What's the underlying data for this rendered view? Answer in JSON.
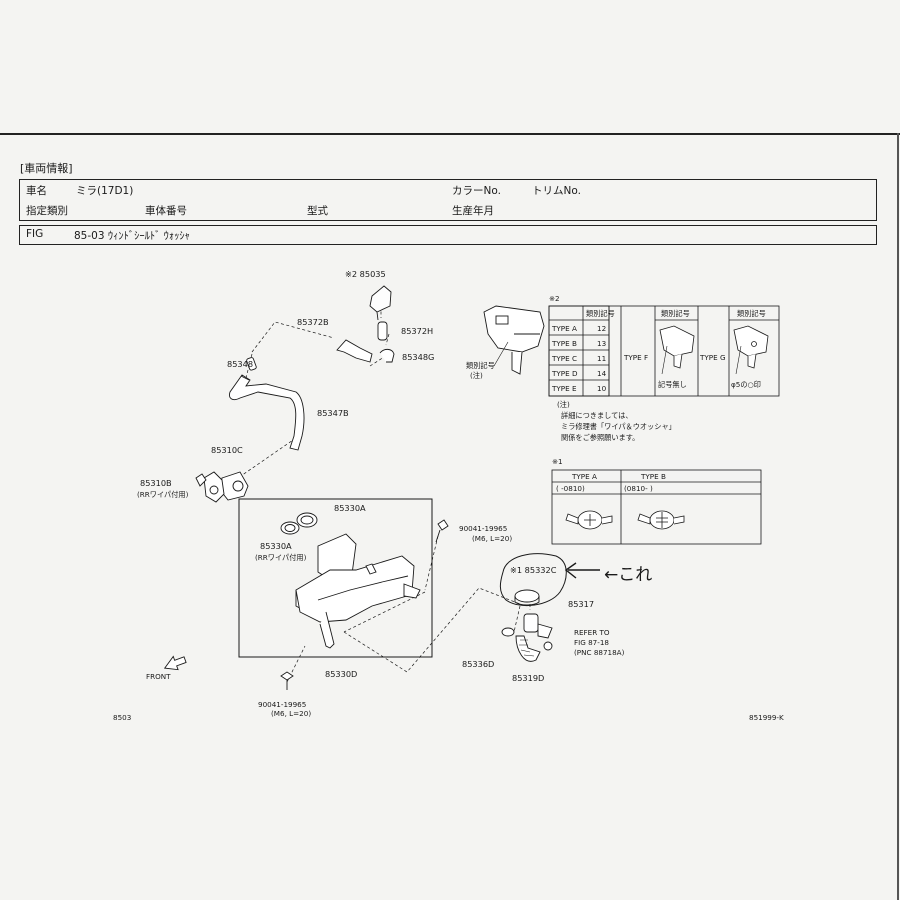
{
  "header": {
    "section_title": "[車両情報]",
    "row1": {
      "car_name_label": "車名",
      "car_name_value": "ミラ(17D1)",
      "color_label": "カラーNo.",
      "trim_label": "トリムNo."
    },
    "row2": {
      "class_label": "指定類別",
      "body_no_label": "車体番号",
      "model_label": "型式",
      "prod_date_label": "生産年月"
    },
    "fig_row": {
      "fig_label": "FIG",
      "fig_value": "85-03 ｳｨﾝﾄﾞｼｰﾙﾄﾞ ｳｫｯｼｬ"
    }
  },
  "parts": {
    "p85035": "※2 85035",
    "p85372B": "85372B",
    "p85372H": "85372H",
    "p85348G": "85348G",
    "p85348": "85348",
    "p85347B": "85347B",
    "p85310C": "85310C",
    "p85310B": "85310B",
    "p85310B_note": "(RRワイパ付用)",
    "p85330A_top": "85330A",
    "p85330A_left": "85330A",
    "p85330A_left_note": "(RRワイパ付用)",
    "bolt_right": "90041-19965",
    "bolt_right_spec": "(M6, L=20)",
    "bolt_bottom": "90041-19965",
    "bolt_bottom_spec": "(M6, L=20)",
    "p85330D": "85330D",
    "p85332C": "※1 85332C",
    "p85317": "85317",
    "refer_1": "REFER TO",
    "refer_2": "FIG  87-18",
    "refer_3": "(PNC 88718A)",
    "p85336D": "85336D",
    "p85319D": "85319D",
    "front": "FRONT",
    "nozzle_mark": "類別記号",
    "nozzle_mark_note": "(注)",
    "handwritten": "←これ"
  },
  "type_table_2": {
    "marker": "※2",
    "col_header": "類別記号",
    "rows": [
      {
        "type": "TYPE A",
        "code": "12"
      },
      {
        "type": "TYPE B",
        "code": "13"
      },
      {
        "type": "TYPE C",
        "code": "11"
      },
      {
        "type": "TYPE D",
        "code": "14"
      },
      {
        "type": "TYPE E",
        "code": "10"
      }
    ],
    "type_f": "TYPE F",
    "type_f_header": "類別記号",
    "type_f_note": "記号無し",
    "type_g": "TYPE G",
    "type_g_header": "類別記号",
    "type_g_note": "φ5の○印"
  },
  "note": {
    "marker": "(注)",
    "line1": "詳細につきましては、",
    "line2": "ミラ修理書「ワイパ＆ウオッシャ」",
    "line3": "関係をご参照願います。"
  },
  "type_table_1": {
    "marker": "※1",
    "type_a": "TYPE A",
    "type_b": "TYPE B",
    "range_a": "(    -0810)",
    "range_b": "(0810-     )"
  },
  "footer": {
    "left_code": "8503",
    "right_code": "851999-K"
  }
}
